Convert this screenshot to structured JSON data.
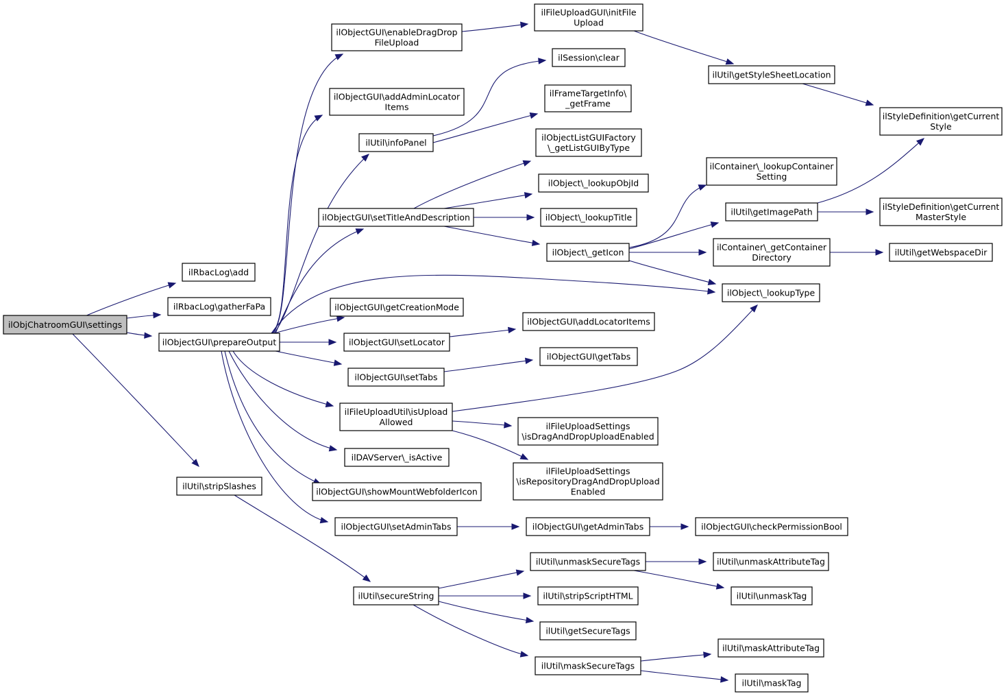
{
  "graph": {
    "nodes": [
      {
        "id": "root",
        "lines": [
          "ilObjChatroomGUI\\settings"
        ],
        "root": true
      },
      {
        "id": "rbac_add",
        "lines": [
          "ilRbacLog\\add"
        ]
      },
      {
        "id": "rbac_gather",
        "lines": [
          "ilRbacLog\\gatherFaPa"
        ]
      },
      {
        "id": "prepare_output",
        "lines": [
          "ilObjectGUI\\prepareOutput"
        ]
      },
      {
        "id": "strip_slashes",
        "lines": [
          "ilUtil\\stripSlashes"
        ]
      },
      {
        "id": "enable_dnd",
        "lines": [
          "ilObjectGUI\\enableDragDrop",
          "FileUpload"
        ]
      },
      {
        "id": "add_admin_locator",
        "lines": [
          "ilObjectGUI\\addAdminLocator",
          "Items"
        ]
      },
      {
        "id": "info_panel",
        "lines": [
          "ilUtil\\infoPanel"
        ]
      },
      {
        "id": "set_title_desc",
        "lines": [
          "ilObjectGUI\\setTitleAndDescription"
        ]
      },
      {
        "id": "get_creation_mode",
        "lines": [
          "ilObjectGUI\\getCreationMode"
        ]
      },
      {
        "id": "set_locator",
        "lines": [
          "ilObjectGUI\\setLocator"
        ]
      },
      {
        "id": "set_tabs",
        "lines": [
          "ilObjectGUI\\setTabs"
        ]
      },
      {
        "id": "is_upload_allowed",
        "lines": [
          "ilFileUploadUtil\\isUpload",
          "Allowed"
        ]
      },
      {
        "id": "dav_active",
        "lines": [
          "ilDAVServer\\_isActive"
        ]
      },
      {
        "id": "show_mount",
        "lines": [
          "ilObjectGUI\\showMountWebfolderIcon"
        ]
      },
      {
        "id": "set_admin_tabs",
        "lines": [
          "ilObjectGUI\\setAdminTabs"
        ]
      },
      {
        "id": "secure_string",
        "lines": [
          "ilUtil\\secureString"
        ]
      },
      {
        "id": "init_file_upload",
        "lines": [
          "ilFileUploadGUI\\initFile",
          "Upload"
        ]
      },
      {
        "id": "session_clear",
        "lines": [
          "ilSession\\clear"
        ]
      },
      {
        "id": "get_frame",
        "lines": [
          "ilFrameTargetInfo\\",
          "_getFrame"
        ]
      },
      {
        "id": "list_gui_by_type",
        "lines": [
          "ilObjectListGUIFactory",
          "\\_getListGUIByType"
        ]
      },
      {
        "id": "lookup_obj_id",
        "lines": [
          "ilObject\\_lookupObjId"
        ]
      },
      {
        "id": "lookup_title",
        "lines": [
          "ilObject\\_lookupTitle"
        ]
      },
      {
        "id": "get_icon",
        "lines": [
          "ilObject\\_getIcon"
        ]
      },
      {
        "id": "add_locator_items",
        "lines": [
          "ilObjectGUI\\addLocatorItems"
        ]
      },
      {
        "id": "get_tabs",
        "lines": [
          "ilObjectGUI\\getTabs"
        ]
      },
      {
        "id": "dnd_enabled",
        "lines": [
          "ilFileUploadSettings",
          "\\isDragAndDropUploadEnabled"
        ]
      },
      {
        "id": "repo_dnd_enabled",
        "lines": [
          "ilFileUploadSettings",
          "\\isRepositoryDragAndDropUpload",
          "Enabled"
        ]
      },
      {
        "id": "get_admin_tabs",
        "lines": [
          "ilObjectGUI\\getAdminTabs"
        ]
      },
      {
        "id": "unmask_secure",
        "lines": [
          "ilUtil\\unmaskSecureTags"
        ]
      },
      {
        "id": "strip_script",
        "lines": [
          "ilUtil\\stripScriptHTML"
        ]
      },
      {
        "id": "get_secure_tags",
        "lines": [
          "ilUtil\\getSecureTags"
        ]
      },
      {
        "id": "mask_secure",
        "lines": [
          "ilUtil\\maskSecureTags"
        ]
      },
      {
        "id": "stylesheet_loc",
        "lines": [
          "ilUtil\\getStyleSheetLocation"
        ]
      },
      {
        "id": "lookup_container",
        "lines": [
          "ilContainer\\_lookupContainer",
          "Setting"
        ]
      },
      {
        "id": "get_image_path",
        "lines": [
          "ilUtil\\getImagePath"
        ]
      },
      {
        "id": "get_container_dir",
        "lines": [
          "ilContainer\\_getContainer",
          "Directory"
        ]
      },
      {
        "id": "lookup_type",
        "lines": [
          "ilObject\\_lookupType"
        ]
      },
      {
        "id": "check_perm",
        "lines": [
          "ilObjectGUI\\checkPermissionBool"
        ]
      },
      {
        "id": "unmask_attr",
        "lines": [
          "ilUtil\\unmaskAttributeTag"
        ]
      },
      {
        "id": "unmask_tag",
        "lines": [
          "ilUtil\\unmaskTag"
        ]
      },
      {
        "id": "mask_attr",
        "lines": [
          "ilUtil\\maskAttributeTag"
        ]
      },
      {
        "id": "mask_tag",
        "lines": [
          "ilUtil\\maskTag"
        ]
      },
      {
        "id": "current_style",
        "lines": [
          "ilStyleDefinition\\getCurrent",
          "Style"
        ]
      },
      {
        "id": "current_master",
        "lines": [
          "ilStyleDefinition\\getCurrent",
          "MasterStyle"
        ]
      },
      {
        "id": "webspace_dir",
        "lines": [
          "ilUtil\\getWebspaceDir"
        ]
      }
    ],
    "edges": [
      {
        "from": "root",
        "to": "rbac_add"
      },
      {
        "from": "root",
        "to": "rbac_gather"
      },
      {
        "from": "root",
        "to": "prepare_output"
      },
      {
        "from": "root",
        "to": "strip_slashes"
      },
      {
        "from": "prepare_output",
        "to": "enable_dnd"
      },
      {
        "from": "prepare_output",
        "to": "add_admin_locator"
      },
      {
        "from": "prepare_output",
        "to": "info_panel"
      },
      {
        "from": "prepare_output",
        "to": "set_title_desc"
      },
      {
        "from": "prepare_output",
        "to": "get_creation_mode"
      },
      {
        "from": "prepare_output",
        "to": "set_locator"
      },
      {
        "from": "prepare_output",
        "to": "set_tabs"
      },
      {
        "from": "prepare_output",
        "to": "is_upload_allowed"
      },
      {
        "from": "prepare_output",
        "to": "dav_active"
      },
      {
        "from": "prepare_output",
        "to": "show_mount"
      },
      {
        "from": "prepare_output",
        "to": "set_admin_tabs"
      },
      {
        "from": "prepare_output",
        "to": "lookup_type"
      },
      {
        "from": "strip_slashes",
        "to": "secure_string"
      },
      {
        "from": "enable_dnd",
        "to": "init_file_upload"
      },
      {
        "from": "init_file_upload",
        "to": "stylesheet_loc"
      },
      {
        "from": "stylesheet_loc",
        "to": "current_style"
      },
      {
        "from": "info_panel",
        "to": "session_clear"
      },
      {
        "from": "info_panel",
        "to": "get_frame"
      },
      {
        "from": "set_title_desc",
        "to": "list_gui_by_type"
      },
      {
        "from": "set_title_desc",
        "to": "lookup_obj_id"
      },
      {
        "from": "set_title_desc",
        "to": "lookup_title"
      },
      {
        "from": "set_title_desc",
        "to": "get_icon"
      },
      {
        "from": "get_icon",
        "to": "lookup_container"
      },
      {
        "from": "get_icon",
        "to": "get_image_path"
      },
      {
        "from": "get_icon",
        "to": "get_container_dir"
      },
      {
        "from": "get_icon",
        "to": "lookup_type"
      },
      {
        "from": "get_image_path",
        "to": "current_style"
      },
      {
        "from": "get_image_path",
        "to": "current_master"
      },
      {
        "from": "get_container_dir",
        "to": "webspace_dir"
      },
      {
        "from": "set_locator",
        "to": "add_locator_items"
      },
      {
        "from": "set_tabs",
        "to": "get_tabs"
      },
      {
        "from": "is_upload_allowed",
        "to": "lookup_type"
      },
      {
        "from": "is_upload_allowed",
        "to": "dnd_enabled"
      },
      {
        "from": "is_upload_allowed",
        "to": "repo_dnd_enabled"
      },
      {
        "from": "set_admin_tabs",
        "to": "get_admin_tabs"
      },
      {
        "from": "get_admin_tabs",
        "to": "check_perm"
      },
      {
        "from": "secure_string",
        "to": "unmask_secure"
      },
      {
        "from": "secure_string",
        "to": "strip_script"
      },
      {
        "from": "secure_string",
        "to": "get_secure_tags"
      },
      {
        "from": "secure_string",
        "to": "mask_secure"
      },
      {
        "from": "unmask_secure",
        "to": "unmask_attr"
      },
      {
        "from": "unmask_secure",
        "to": "unmask_tag"
      },
      {
        "from": "mask_secure",
        "to": "mask_attr"
      },
      {
        "from": "mask_secure",
        "to": "mask_tag"
      }
    ]
  }
}
